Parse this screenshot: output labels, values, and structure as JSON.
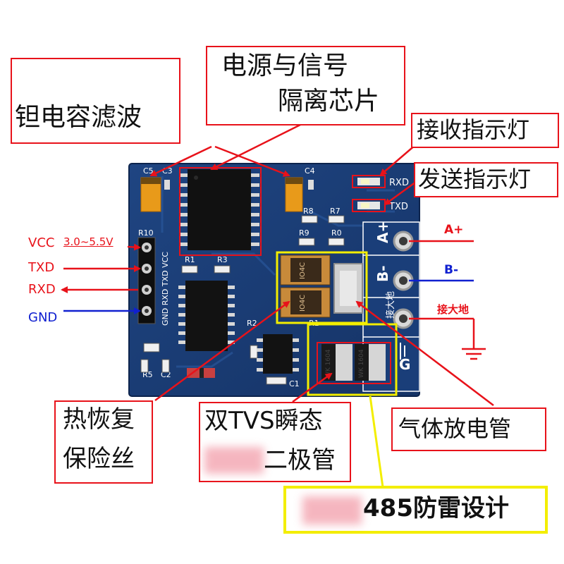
{
  "callouts": {
    "tantalum": "钽电容滤波",
    "isolation_line1": "电源与信号",
    "isolation_line2": "隔离芯片",
    "rx_led": "接收指示灯",
    "tx_led": "发送指示灯",
    "fuse_line1": "热恢复",
    "fuse_line2": "保险丝",
    "tvs_line1": "双TVS瞬态",
    "tvs_line2": "二极管",
    "gas_tube": "气体放电管",
    "lightning": "485防雷设计"
  },
  "pins": {
    "vcc": "VCC",
    "vcc_range": "3.0~5.5V",
    "txd": "TXD",
    "rxd": "RXD",
    "gnd": "GND"
  },
  "terminals": {
    "a_plus": "A+",
    "b_minus": "B-",
    "earth": "接大地"
  },
  "silkscreen": {
    "r10": "R10",
    "pin_labels": "GND RXD TXD VCC",
    "c3": "C3",
    "c5": "C5",
    "c4": "C4",
    "rxd": "RXD",
    "txd": "TXD",
    "r8": "R8",
    "r7": "R7",
    "r9": "R9",
    "r0": "R0",
    "r1": "R1",
    "r3": "R3",
    "r2": "R2",
    "r1b": "R1",
    "r5": "R5",
    "c2": "C2",
    "c1": "C1",
    "term_a": "A+",
    "term_b": "B-",
    "term_e": "接大地",
    "term_g": "G",
    "fuse_mark": "IO4C",
    "tvs_mark1": "WK 1604",
    "tvs_mark2": "WK 1604"
  },
  "colors": {
    "pcb": "#1c3f78",
    "callout_border": "#e8121a",
    "arrow_red": "#e8121a",
    "arrow_blue": "#1020d0",
    "highlight_yellow": "#f3ee00"
  }
}
